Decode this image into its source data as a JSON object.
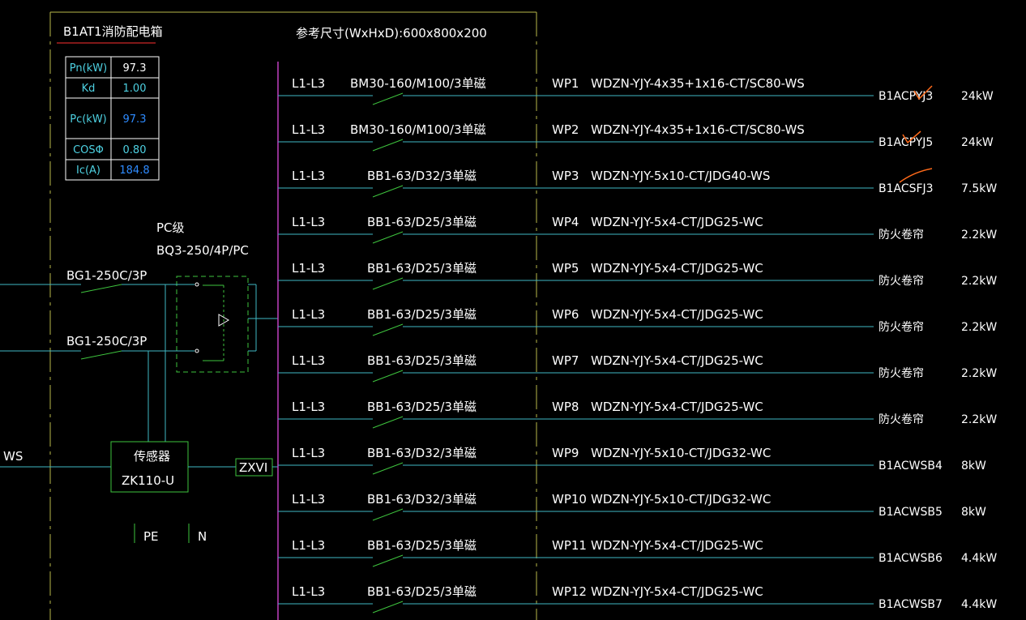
{
  "title": "B1AT1消防配电箱",
  "size_ref": "参考尺寸(WxHxD):600x800x200",
  "params": [
    {
      "label": "Pn(kW)",
      "value": "97.3"
    },
    {
      "label": "Kd",
      "value": "1.00"
    },
    {
      "label": "Pc(kW)",
      "value": "97.3"
    },
    {
      "label": "COSΦ",
      "value": "0.80"
    },
    {
      "label": "Ic(A)",
      "value": "184.8"
    }
  ],
  "pc_label": "PC级",
  "pc_model": "BQ3-250/4P/PC",
  "inlet1": "BG1-250C/3P",
  "inlet2": "BG1-250C/3P",
  "ws_label": "WS",
  "sensor_label": "传感器",
  "sensor_model": "ZK110-U",
  "zxvi": "ZXVI",
  "pe": "PE",
  "n": "N",
  "circuits": [
    {
      "phase": "L1-L3",
      "breaker": "BM30-160/M100/3单磁",
      "wp": "WP1",
      "cable": "WDZN-YJY-4x35+1x16-CT/SC80-WS",
      "dest": "B1ACPYJ3",
      "power": "24kW"
    },
    {
      "phase": "L1-L3",
      "breaker": "BM30-160/M100/3单磁",
      "wp": "WP2",
      "cable": "WDZN-YJY-4x35+1x16-CT/SC80-WS",
      "dest": "B1ACPYJ5",
      "power": "24kW"
    },
    {
      "phase": "L1-L3",
      "breaker": "BB1-63/D32/3单磁",
      "wp": "WP3",
      "cable": "WDZN-YJY-5x10-CT/JDG40-WS",
      "dest": "B1ACSFJ3",
      "power": "7.5kW"
    },
    {
      "phase": "L1-L3",
      "breaker": "BB1-63/D25/3单磁",
      "wp": "WP4",
      "cable": "WDZN-YJY-5x4-CT/JDG25-WC",
      "dest": "防火卷帘",
      "power": "2.2kW"
    },
    {
      "phase": "L1-L3",
      "breaker": "BB1-63/D25/3单磁",
      "wp": "WP5",
      "cable": "WDZN-YJY-5x4-CT/JDG25-WC",
      "dest": "防火卷帘",
      "power": "2.2kW"
    },
    {
      "phase": "L1-L3",
      "breaker": "BB1-63/D25/3单磁",
      "wp": "WP6",
      "cable": "WDZN-YJY-5x4-CT/JDG25-WC",
      "dest": "防火卷帘",
      "power": "2.2kW"
    },
    {
      "phase": "L1-L3",
      "breaker": "BB1-63/D25/3单磁",
      "wp": "WP7",
      "cable": "WDZN-YJY-5x4-CT/JDG25-WC",
      "dest": "防火卷帘",
      "power": "2.2kW"
    },
    {
      "phase": "L1-L3",
      "breaker": "BB1-63/D25/3单磁",
      "wp": "WP8",
      "cable": "WDZN-YJY-5x4-CT/JDG25-WC",
      "dest": "防火卷帘",
      "power": "2.2kW"
    },
    {
      "phase": "L1-L3",
      "breaker": "BB1-63/D32/3单磁",
      "wp": "WP9",
      "cable": "WDZN-YJY-5x10-CT/JDG32-WC",
      "dest": "B1ACWSB4",
      "power": "8kW"
    },
    {
      "phase": "L1-L3",
      "breaker": "BB1-63/D32/3单磁",
      "wp": "WP10",
      "cable": "WDZN-YJY-5x10-CT/JDG32-WC",
      "dest": "B1ACWSB5",
      "power": "8kW"
    },
    {
      "phase": "L1-L3",
      "breaker": "BB1-63/D25/3单磁",
      "wp": "WP11",
      "cable": "WDZN-YJY-5x4-CT/JDG25-WC",
      "dest": "B1ACWSB6",
      "power": "4.4kW"
    },
    {
      "phase": "L1-L3",
      "breaker": "BB1-63/D25/3单磁",
      "wp": "WP12",
      "cable": "WDZN-YJY-5x4-CT/JDG25-WC",
      "dest": "B1ACWSB7",
      "power": "4.4kW"
    }
  ],
  "colors": {
    "frame": "#b8b84a",
    "line": "#3fb8c4",
    "bus": "#c040c0",
    "switch": "#3ec43e",
    "mark": "#ff6a1a",
    "param_label": "#4dd0e1",
    "param_value_blue": "#2e8bff"
  }
}
